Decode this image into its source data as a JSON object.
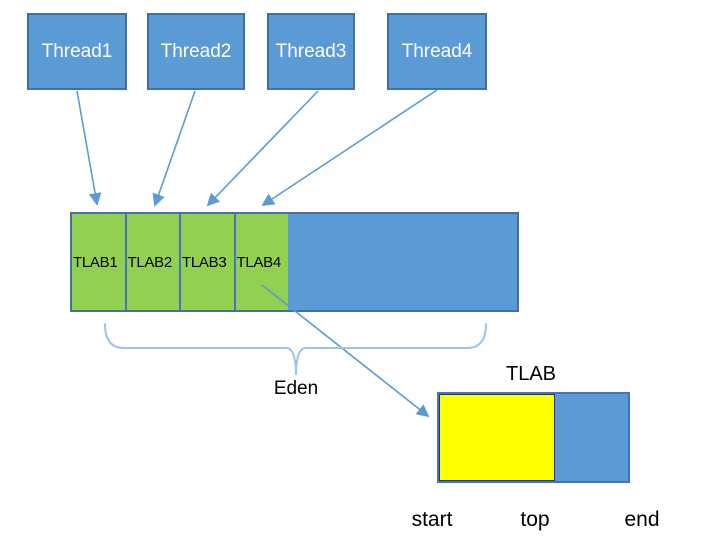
{
  "threads": [
    {
      "label": "Thread1"
    },
    {
      "label": "Thread2"
    },
    {
      "label": "Thread3"
    },
    {
      "label": "Thread4"
    }
  ],
  "eden": {
    "tlabs": [
      "TLAB1",
      "TLAB2",
      "TLAB3",
      "TLAB4"
    ],
    "label": "Eden"
  },
  "detail": {
    "title": "TLAB",
    "labels": [
      "start",
      "top",
      "end"
    ]
  },
  "icons": {
    "arrows": "thread-to-tlab-arrows",
    "brace": "eden-curly-brace"
  },
  "colors": {
    "box_blue": "#5B9BD5",
    "box_border": "#41719C",
    "tlab_green": "#92D050",
    "divider_blue": "#4472C4",
    "used_yellow": "#FFFF00",
    "yellow_border": "#203864",
    "arrow_blue": "#5B9BD5",
    "brace_blue": "#9DC3E6",
    "text_dark": "#000000",
    "text_light": "#FFFFFF"
  }
}
